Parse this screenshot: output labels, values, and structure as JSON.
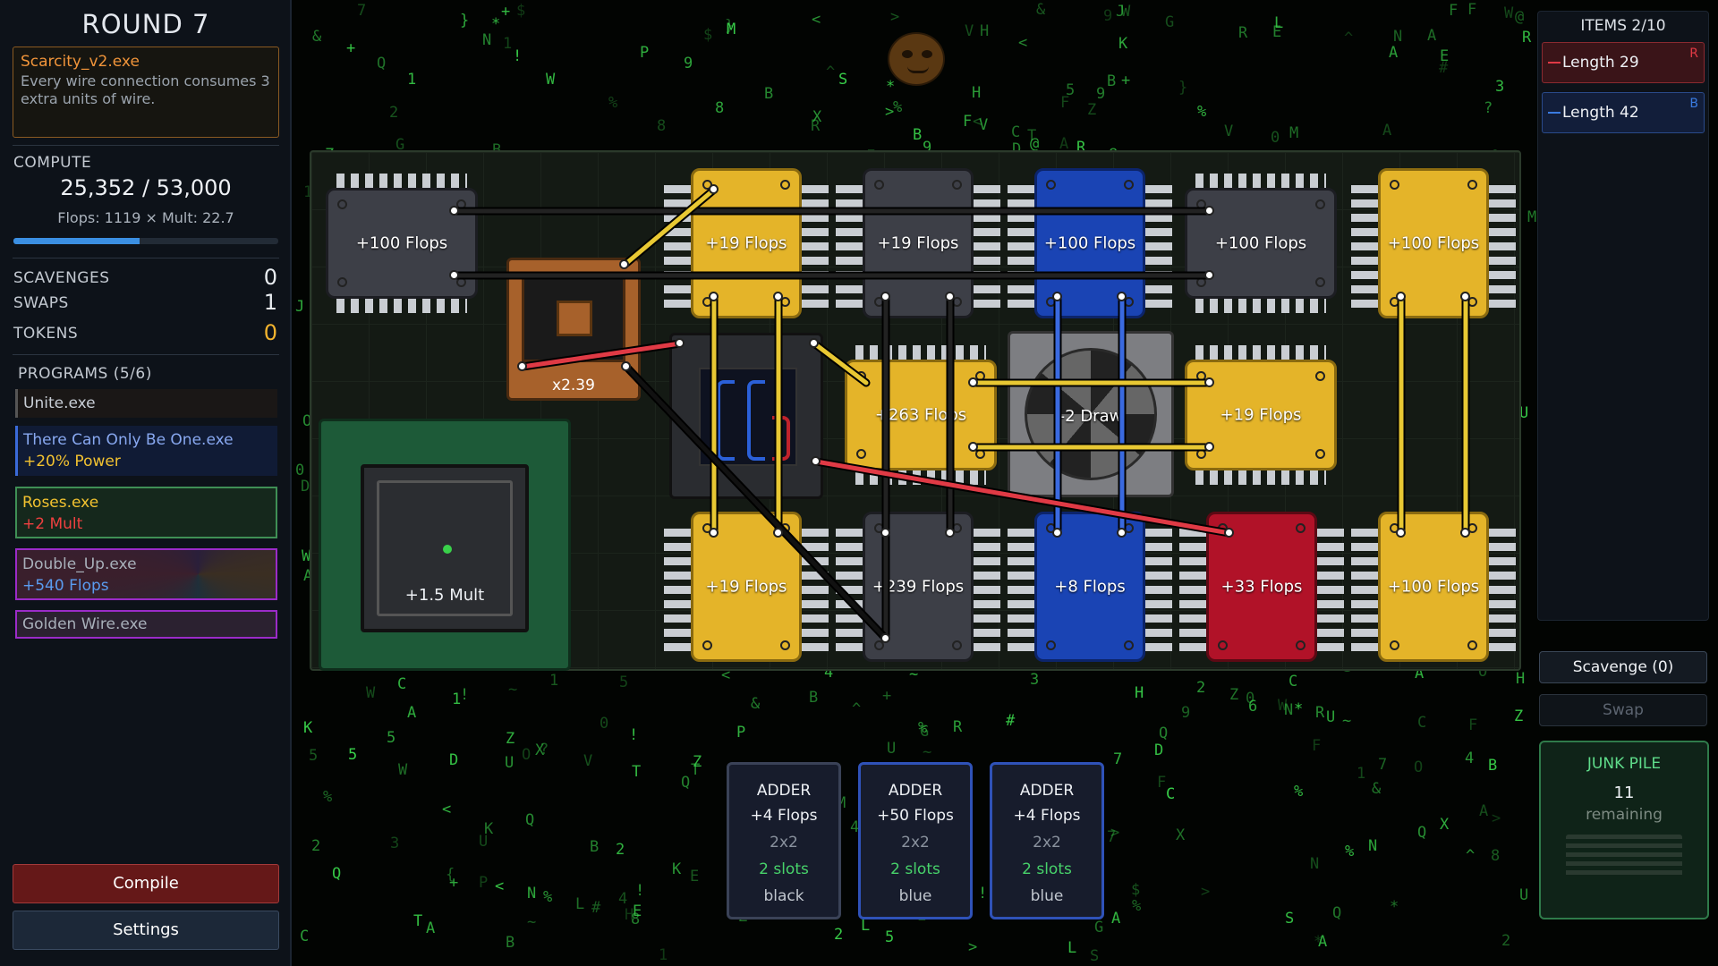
{
  "round": {
    "title": "ROUND 7"
  },
  "scarcity": {
    "name": "Scarcity_v2.exe",
    "desc": "Every wire connection consumes 3 extra units of wire."
  },
  "compute": {
    "label": "COMPUTE",
    "value": "25,352 / 53,000",
    "flops_mult": "Flops: 1119  ×  Mult: 22.7",
    "progress": 0.478
  },
  "stats": [
    {
      "label": "SCAVENGES",
      "value": "0"
    },
    {
      "label": "SWAPS",
      "value": "1"
    },
    {
      "label": "TOKENS",
      "value": "0"
    }
  ],
  "programs": {
    "header": "PROGRAMS (5/6)",
    "items": [
      {
        "name": "Unite.exe",
        "bonus": ""
      },
      {
        "name": "There Can Only Be One.exe",
        "bonus": "+20% Power"
      },
      {
        "name": "Roses.exe",
        "bonus": "+2 Mult"
      },
      {
        "name": "Double_Up.exe",
        "bonus": "+540 Flops"
      },
      {
        "name": "Golden Wire.exe",
        "bonus": ""
      }
    ]
  },
  "buttons": {
    "compile": "Compile",
    "settings": "Settings",
    "scavenge": "Scavenge (0)",
    "swap": "Swap"
  },
  "items": {
    "title": "ITEMS 2/10",
    "list": [
      {
        "label": "Length 29",
        "tag": "R",
        "color": "#e03a45"
      },
      {
        "label": "Length 42",
        "tag": "B",
        "color": "#3a7be0"
      }
    ]
  },
  "junk": {
    "title": "JUNK PILE",
    "count": "11",
    "sub": "remaining"
  },
  "board": {
    "chips": [
      {
        "label": "+100 Flops",
        "color": "gray"
      },
      {
        "label": "+19 Flops",
        "color": "yellow"
      },
      {
        "label": "+19 Flops",
        "color": "gray"
      },
      {
        "label": "+100 Flops",
        "color": "blue"
      },
      {
        "label": "+100 Flops",
        "color": "gray"
      },
      {
        "label": "+100 Flops",
        "color": "yellow"
      },
      {
        "label": "+263 Flops",
        "color": "yellow"
      },
      {
        "label": "+19 Flops",
        "color": "yellow"
      },
      {
        "label": "+19 Flops",
        "color": "yellow"
      },
      {
        "label": "+239 Flops",
        "color": "gray"
      },
      {
        "label": "+8 Flops",
        "color": "blue"
      },
      {
        "label": "+33 Flops",
        "color": "red"
      },
      {
        "label": "+100 Flops",
        "color": "yellow"
      }
    ],
    "multiplier_label": "x2.39",
    "cpu_label": "+1.5 Mult",
    "fan_label": "-2 Draw"
  },
  "shop": [
    {
      "name": "ADDER",
      "effect": "+4 Flops",
      "size": "2x2",
      "slots": "2 slots",
      "color": "black"
    },
    {
      "name": "ADDER",
      "effect": "+50 Flops",
      "size": "2x2",
      "slots": "2 slots",
      "color": "blue"
    },
    {
      "name": "ADDER",
      "effect": "+4 Flops",
      "size": "2x2",
      "slots": "2 slots",
      "color": "blue"
    }
  ]
}
